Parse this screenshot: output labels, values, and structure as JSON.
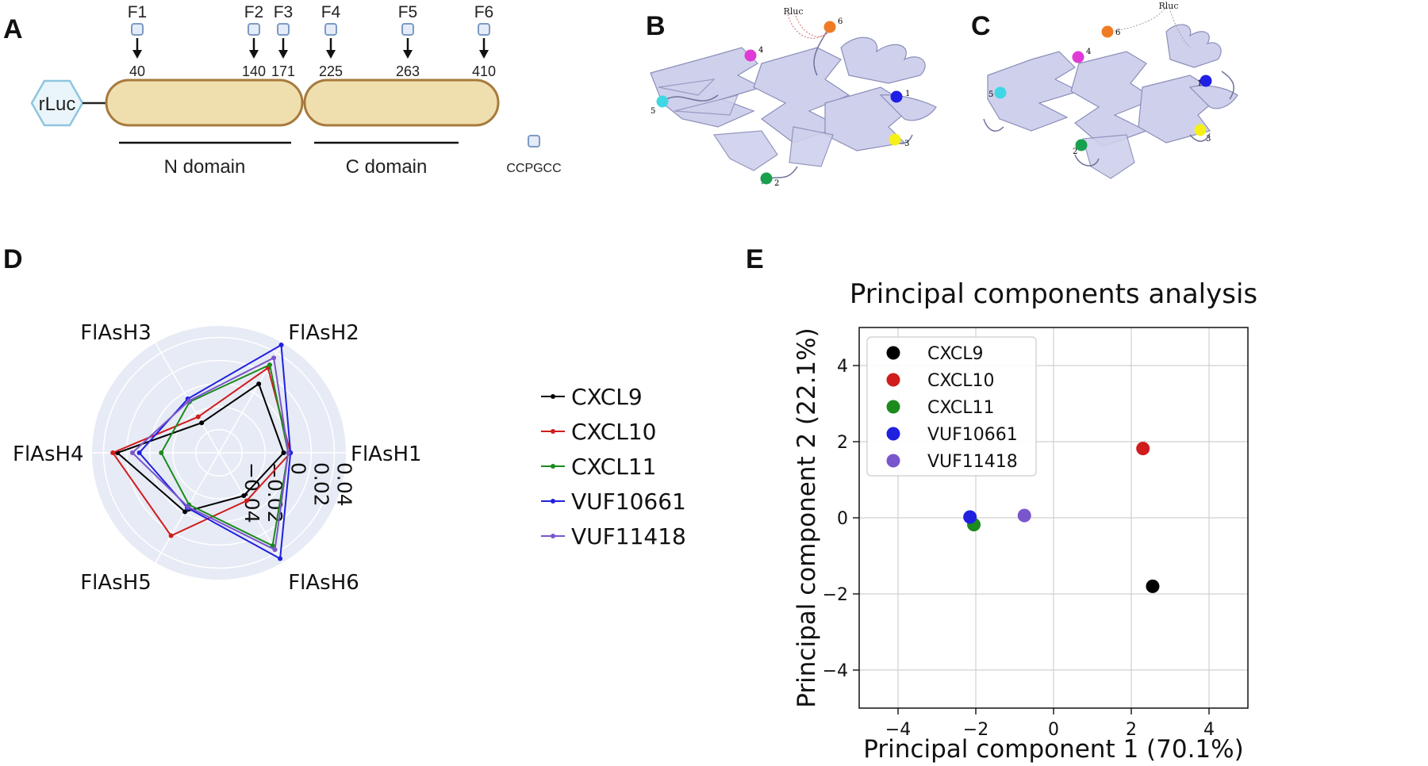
{
  "panels": {
    "a": "A",
    "b": "B",
    "c": "C",
    "d": "D",
    "e": "E"
  },
  "panel_a": {
    "sites": [
      {
        "label": "F1",
        "position": "40"
      },
      {
        "label": "F2",
        "position": "140"
      },
      {
        "label": "F3",
        "position": "171"
      },
      {
        "label": "F4",
        "position": "225"
      },
      {
        "label": "F5",
        "position": "263"
      },
      {
        "label": "F6",
        "position": "410"
      }
    ],
    "rluc_label": "rLuc",
    "n_domain": "N domain",
    "c_domain": "C domain",
    "tag_label": "CCPGCC",
    "colors": {
      "domain_fill": "#f0dfae",
      "domain_stroke": "#a77a3c",
      "rluc_fill": "#eaf5fb",
      "rluc_stroke": "#8ec5de",
      "tag_fill": "#e3ecf8",
      "tag_stroke": "#7d9ac4"
    }
  },
  "panel_b": {
    "rluc_label": "Rluc",
    "sites": [
      {
        "num": "1",
        "color": "#1f1fe6"
      },
      {
        "num": "2",
        "color": "#18a04e"
      },
      {
        "num": "3",
        "color": "#f5f018"
      },
      {
        "num": "4",
        "color": "#e03ad6"
      },
      {
        "num": "5",
        "color": "#3fd7e4"
      },
      {
        "num": "6",
        "color": "#ef7c25"
      }
    ]
  },
  "panel_c": {
    "rluc_label": "Rluc",
    "sites": [
      {
        "num": "1",
        "color": "#1f1fe6"
      },
      {
        "num": "2",
        "color": "#18a04e"
      },
      {
        "num": "3",
        "color": "#f5f018"
      },
      {
        "num": "4",
        "color": "#e03ad6"
      },
      {
        "num": "5",
        "color": "#3fd7e4"
      },
      {
        "num": "6",
        "color": "#ef7c25"
      }
    ]
  },
  "chart_data": [
    {
      "type": "radar",
      "title": "",
      "axes": [
        "FlAsH1",
        "FlAsH2",
        "FlAsH3",
        "FlAsH4",
        "FlAsH5",
        "FlAsH6"
      ],
      "radial_ticks": [
        -0.04,
        -0.02,
        0,
        0.02,
        0.04
      ],
      "radial_tick_labels": [
        "−0.04",
        "−0.02",
        "0",
        "0.02",
        "0.04"
      ],
      "rlim": [
        -0.06,
        0.05
      ],
      "grid": true,
      "legend_position": "right",
      "series": [
        {
          "name": "CXCL9",
          "color": "#000000",
          "values": [
            -0.004,
            0.009,
            -0.03,
            0.028,
            -0.001,
            -0.017
          ]
        },
        {
          "name": "CXCL10",
          "color": "#d01c1c",
          "values": [
            0.002,
            0.025,
            -0.024,
            0.032,
            0.023,
            -0.012
          ]
        },
        {
          "name": "CXCL11",
          "color": "#1c8a1c",
          "values": [
            0.0,
            0.028,
            -0.009,
            -0.01,
            -0.008,
            0.033
          ]
        },
        {
          "name": "VUF10661",
          "color": "#2020e0",
          "values": [
            0.002,
            0.048,
            -0.006,
            0.009,
            -0.005,
            0.046
          ]
        },
        {
          "name": "VUF11418",
          "color": "#7a56cc",
          "values": [
            0.0,
            0.035,
            -0.008,
            0.015,
            -0.006,
            0.037
          ]
        }
      ]
    },
    {
      "type": "scatter",
      "title": "Principal components analysis",
      "xlabel": "Principal component 1 (70.1%)",
      "ylabel": "Principal component 2 (22.1%)",
      "xlim": [
        -5,
        5
      ],
      "ylim": [
        -5,
        5
      ],
      "xticks": [
        -4,
        -2,
        0,
        2,
        4
      ],
      "yticks": [
        -4,
        -2,
        0,
        2,
        4
      ],
      "grid": true,
      "legend_position": "top-left",
      "series": [
        {
          "name": "CXCL9",
          "color": "#000000",
          "x": 2.55,
          "y": -1.8
        },
        {
          "name": "CXCL10",
          "color": "#d01c1c",
          "x": 2.3,
          "y": 1.82
        },
        {
          "name": "CXCL11",
          "color": "#1c8a1c",
          "x": -2.05,
          "y": -0.18
        },
        {
          "name": "VUF10661",
          "color": "#2020e0",
          "x": -2.15,
          "y": 0.02
        },
        {
          "name": "VUF11418",
          "color": "#7a56cc",
          "x": -0.75,
          "y": 0.06
        }
      ]
    }
  ]
}
